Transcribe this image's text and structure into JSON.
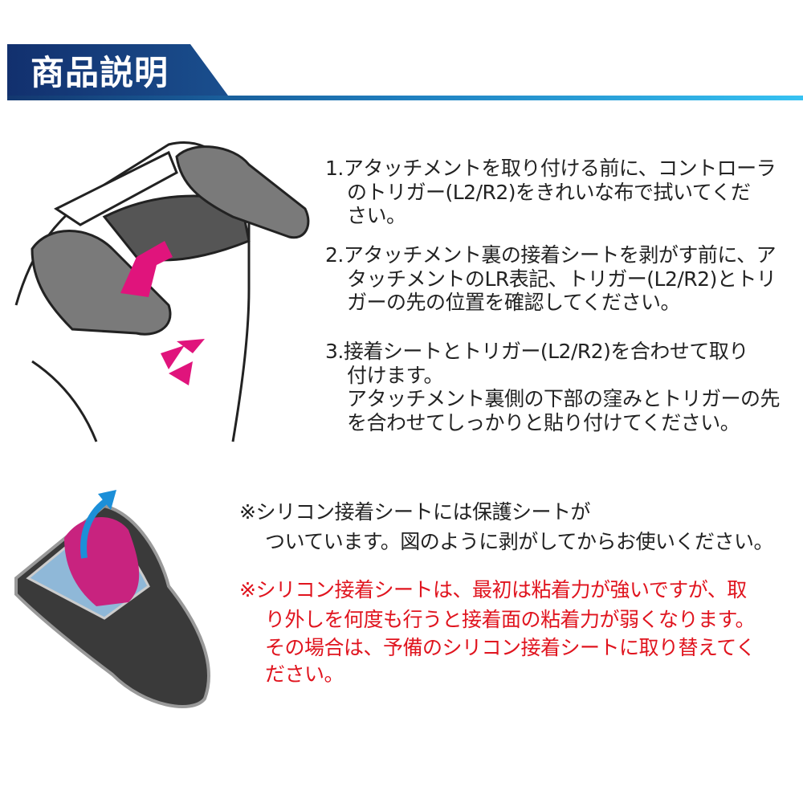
{
  "header": {
    "title": "商品説明",
    "colors": {
      "dark": "#12306e",
      "light": "#33bff0"
    }
  },
  "steps": [
    {
      "lines": [
        "1.アタッチメントを取り付ける前に、コントローラ",
        "のトリガー(L2/R2)をきれいな布で拭いてくだ",
        "さい。"
      ]
    },
    {
      "lines": [
        "2.アタッチメント裏の接着シートを剥がす前に、ア",
        "タッチメントのLR表記、トリガー(L2/R2)とトリ",
        "ガーの先の位置を確認してください。"
      ]
    },
    {
      "lines": [
        "3.接着シートとトリガー(L2/R2)を合わせて取り",
        "付けます。",
        "アタッチメント裏側の下部の窪みとトリガーの先",
        "を合わせてしっかりと貼り付けてください。"
      ]
    }
  ],
  "notes": [
    {
      "lines": [
        "※シリコン接着シートには保護シートが",
        "ついています。図のように剥がしてからお使いください。"
      ],
      "color": "#222222"
    },
    {
      "lines": [
        "※シリコン接着シートは、最初は粘着力が強いですが、取",
        "り外しを何度も行うと接着面の粘着力が弱くなります。",
        "その場合は、予備のシリコン接着シートに取り替えてく",
        "ださい。"
      ],
      "color": "#e0141e"
    }
  ]
}
